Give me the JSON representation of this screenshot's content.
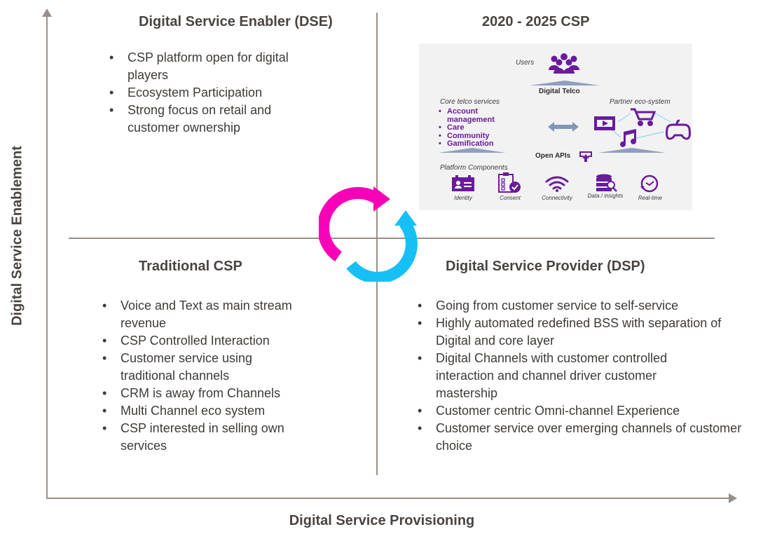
{
  "axes": {
    "y_label": "Digital Service Enablement",
    "x_label": "Digital Service Provisioning"
  },
  "quadrants": {
    "top_left": {
      "title": "Digital Service Enabler (DSE)",
      "bullets": [
        "CSP platform open for digital players",
        "Ecosystem Participation",
        "Strong focus on retail and customer ownership"
      ]
    },
    "top_right": {
      "title": "2020 - 2025 CSP"
    },
    "bottom_left": {
      "title": "Traditional CSP",
      "bullets": [
        "Voice and Text as main stream revenue",
        "CSP Controlled Interaction",
        "Customer service using traditional channels",
        "CRM is away from Channels",
        "Multi Channel eco system",
        "CSP interested in selling own services"
      ]
    },
    "bottom_right": {
      "title": "Digital Service Provider (DSP)",
      "bullets": [
        "Going from customer service to self-service",
        "Highly automated redefined BSS with separation of Digital and core layer",
        "Digital Channels with customer controlled interaction and channel driver customer mastership",
        "Customer centric Omni-channel Experience",
        "Customer service over emerging channels of customer choice"
      ]
    }
  },
  "panel": {
    "users_label": "Users",
    "digital_telco_label": "Digital Telco",
    "core_services_label": "Core telco services",
    "core_services": [
      "Account management",
      "Care",
      "Community",
      "Gamification"
    ],
    "partner_label": "Partner eco-system",
    "open_apis_label": "Open APIs",
    "platform_label": "Platform Components",
    "components": [
      {
        "label": "Identity",
        "icon": "id-card-icon"
      },
      {
        "label": "Consent",
        "icon": "clipboard-check-icon"
      },
      {
        "label": "Connectivity",
        "icon": "wifi-icon"
      },
      {
        "label": "Data / insights",
        "icon": "database-search-icon"
      },
      {
        "label": "Real-time",
        "icon": "clock-icon"
      }
    ]
  },
  "colors": {
    "axis": "#9a8f88",
    "text": "#3f3a36",
    "purple": "#6a1b9a",
    "cycle_magenta": "#f700b8",
    "cycle_cyan": "#17c0f4",
    "panel_bg": "#f2f2f2"
  }
}
